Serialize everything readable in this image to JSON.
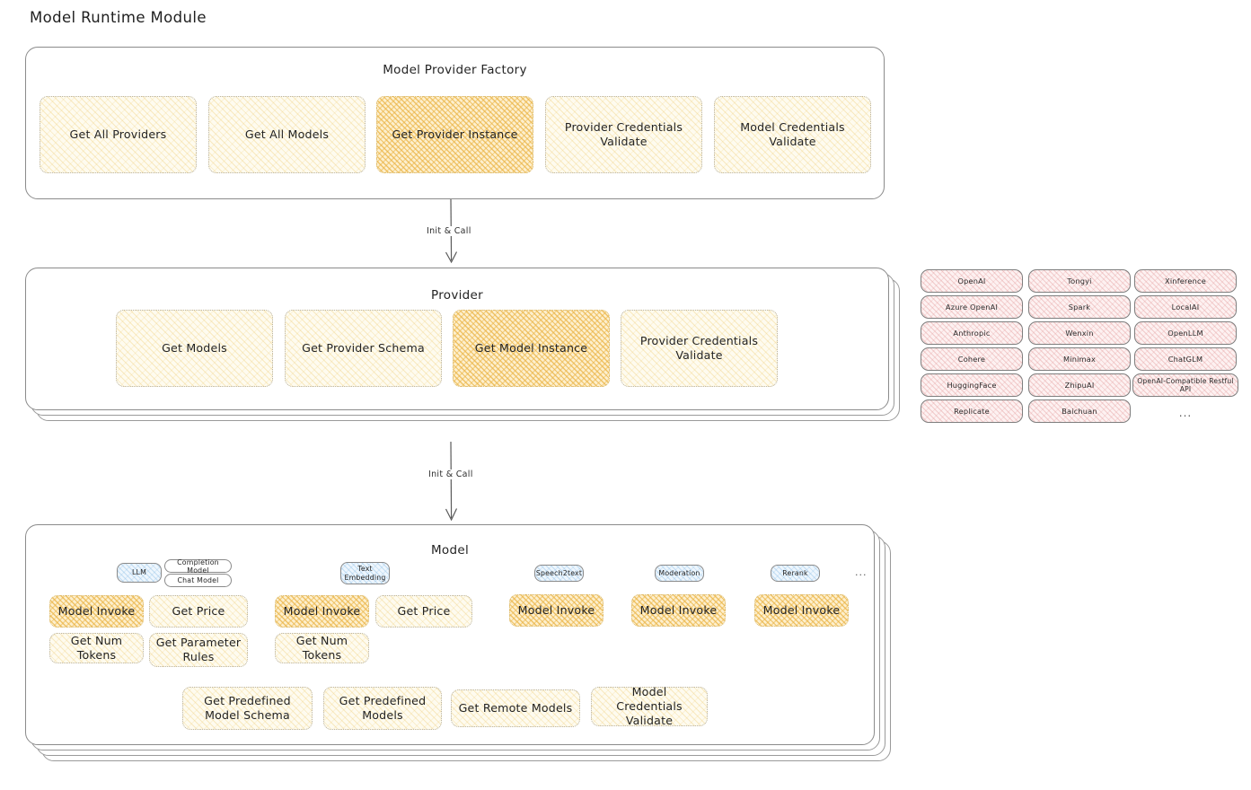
{
  "page": {
    "title": "Model Runtime Module"
  },
  "factory": {
    "title": "Model Provider Factory",
    "nodes": [
      {
        "label": "Get All Providers",
        "highlight": false
      },
      {
        "label": "Get All Models",
        "highlight": false
      },
      {
        "label": "Get Provider Instance",
        "highlight": true
      },
      {
        "label": "Provider Credentials Validate",
        "highlight": false
      },
      {
        "label": "Model Credentials Validate",
        "highlight": false
      }
    ]
  },
  "arrows": [
    {
      "label": "Init & Call"
    },
    {
      "label": "Init & Call"
    }
  ],
  "provider": {
    "title": "Provider",
    "nodes": [
      {
        "label": "Get Models",
        "highlight": false
      },
      {
        "label": "Get Provider Schema",
        "highlight": false
      },
      {
        "label": "Get Model Instance",
        "highlight": true
      },
      {
        "label": "Provider Credentials Validate",
        "highlight": false
      }
    ]
  },
  "provider_list": {
    "columns": [
      {
        "items": [
          "OpenAI",
          "Azure OpenAI",
          "Anthropic",
          "Cohere",
          "HuggingFace",
          "Replicate"
        ]
      },
      {
        "items": [
          "Tongyi",
          "Spark",
          "Wenxin",
          "Minimax",
          "ZhipuAI",
          "Baichuan"
        ]
      },
      {
        "items": [
          "Xinference",
          "LocalAI",
          "OpenLLM",
          "ChatGLM",
          "OpenAI-Compatible Restful API"
        ]
      }
    ],
    "more": "..."
  },
  "model": {
    "title": "Model",
    "more_badge": "...",
    "types": [
      {
        "badge": "LLM",
        "sub_badges": [
          "Completion Model",
          "Chat Model"
        ],
        "nodes": [
          {
            "label": "Model Invoke",
            "highlight": true
          },
          {
            "label": "Get Price",
            "highlight": false
          },
          {
            "label": "Get Num Tokens",
            "highlight": false
          },
          {
            "label": "Get Parameter Rules",
            "highlight": false
          }
        ]
      },
      {
        "badge": "Text Embedding",
        "sub_badges": [],
        "nodes": [
          {
            "label": "Model Invoke",
            "highlight": true
          },
          {
            "label": "Get Price",
            "highlight": false
          },
          {
            "label": "Get Num Tokens",
            "highlight": false
          }
        ]
      },
      {
        "badge": "Speech2text",
        "sub_badges": [],
        "nodes": [
          {
            "label": "Model Invoke",
            "highlight": true
          }
        ]
      },
      {
        "badge": "Moderation",
        "sub_badges": [],
        "nodes": [
          {
            "label": "Model Invoke",
            "highlight": true
          }
        ]
      },
      {
        "badge": "Rerank",
        "sub_badges": [],
        "nodes": [
          {
            "label": "Model Invoke",
            "highlight": true
          }
        ]
      }
    ],
    "common_nodes": [
      {
        "label": "Get Predefined Model Schema",
        "highlight": false
      },
      {
        "label": "Get Predefined Models",
        "highlight": false
      },
      {
        "label": "Get Remote Models",
        "highlight": false
      },
      {
        "label": "Model Credentials Validate",
        "highlight": false
      }
    ]
  },
  "colors": {
    "node_fill": "#fefbef",
    "node_highlight_fill": "#fdefcd",
    "chip_fill": "#fdf1f1",
    "badge_fill": "#eef6fd",
    "stroke": "#8b8b8b",
    "text": "#232323"
  }
}
